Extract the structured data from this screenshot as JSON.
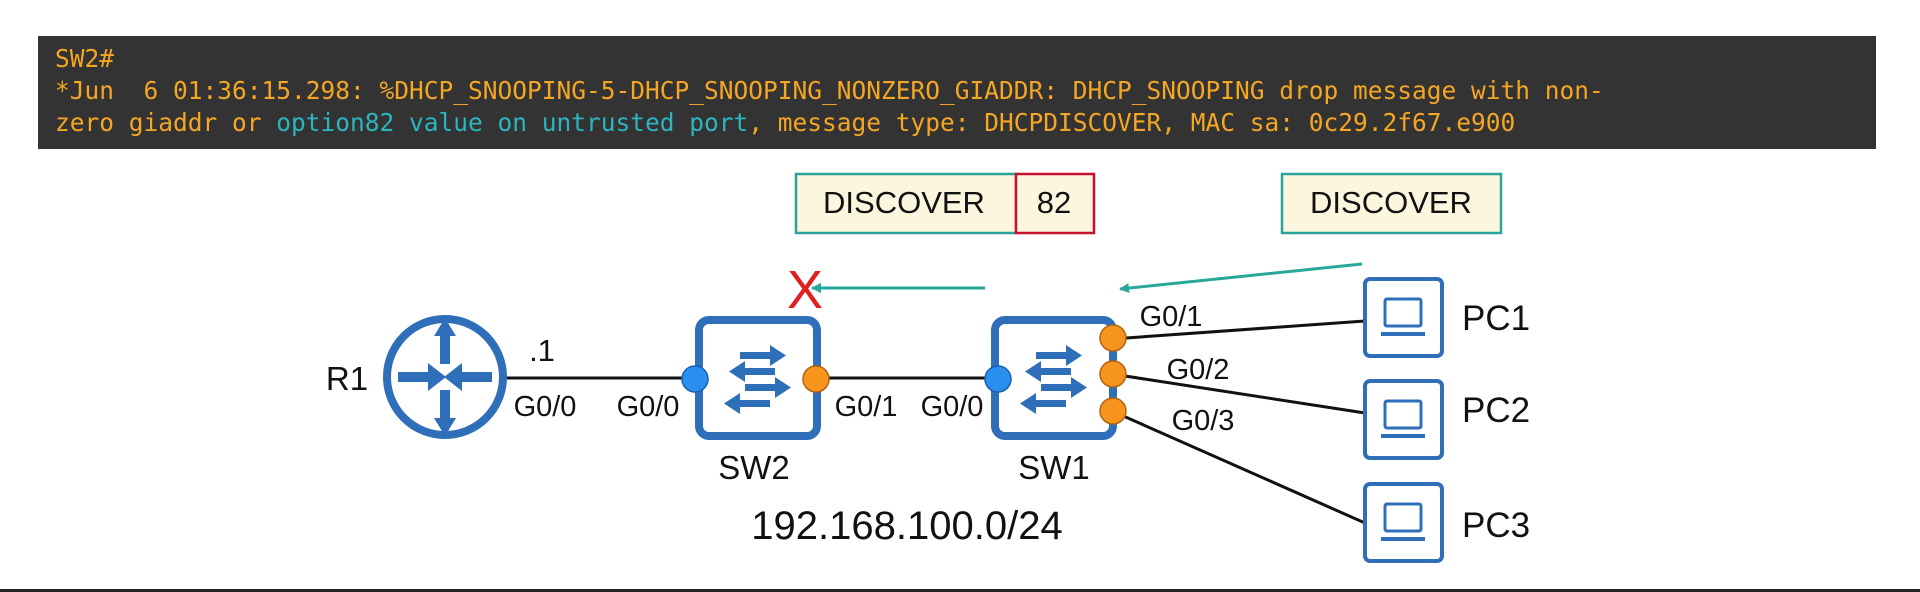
{
  "terminal": {
    "prompt": "SW2#",
    "log_line1": "*Jun  6 01:36:15.298: %DHCP_SNOOPING-5-DHCP_SNOOPING_NONZERO_GIADDR: DHCP_SNOOPING drop message with non-",
    "log_line2_pre": "zero giaddr or ",
    "log_line2_highlight": "option82 value on untrusted port",
    "log_line2_post": ", message type: DHCPDISCOVER, MAC sa: 0c29.2f67.e900"
  },
  "messages": {
    "left_message": "DISCOVER",
    "left_option": "82",
    "right_message": "DISCOVER",
    "drop_mark": "X"
  },
  "devices": {
    "router": "R1",
    "switch_middle": "SW2",
    "switch_right": "SW1",
    "pcs": [
      "PC1",
      "PC2",
      "PC3"
    ]
  },
  "interfaces": {
    "r1_ip": ".1",
    "r1_port": "G0/0",
    "sw2_left_port": "G0/0",
    "sw2_right_port": "G0/1",
    "sw1_left_port": "G0/0",
    "sw1_pc_ports": [
      "G0/1",
      "G0/2",
      "G0/3"
    ]
  },
  "network": "192.168.100.0/24",
  "colors": {
    "terminal_bg": "#333333",
    "terminal_text": "#f5a623",
    "terminal_highlight": "#2bb5bf",
    "device_blue": "#2f6fba",
    "trusted_port": "#2b8ff0",
    "untrusted_port": "#f7941d",
    "arrow_teal": "#27a89a",
    "drop_red": "#e02020",
    "option_border": "#c8102e",
    "message_fill": "#fdf6de"
  }
}
